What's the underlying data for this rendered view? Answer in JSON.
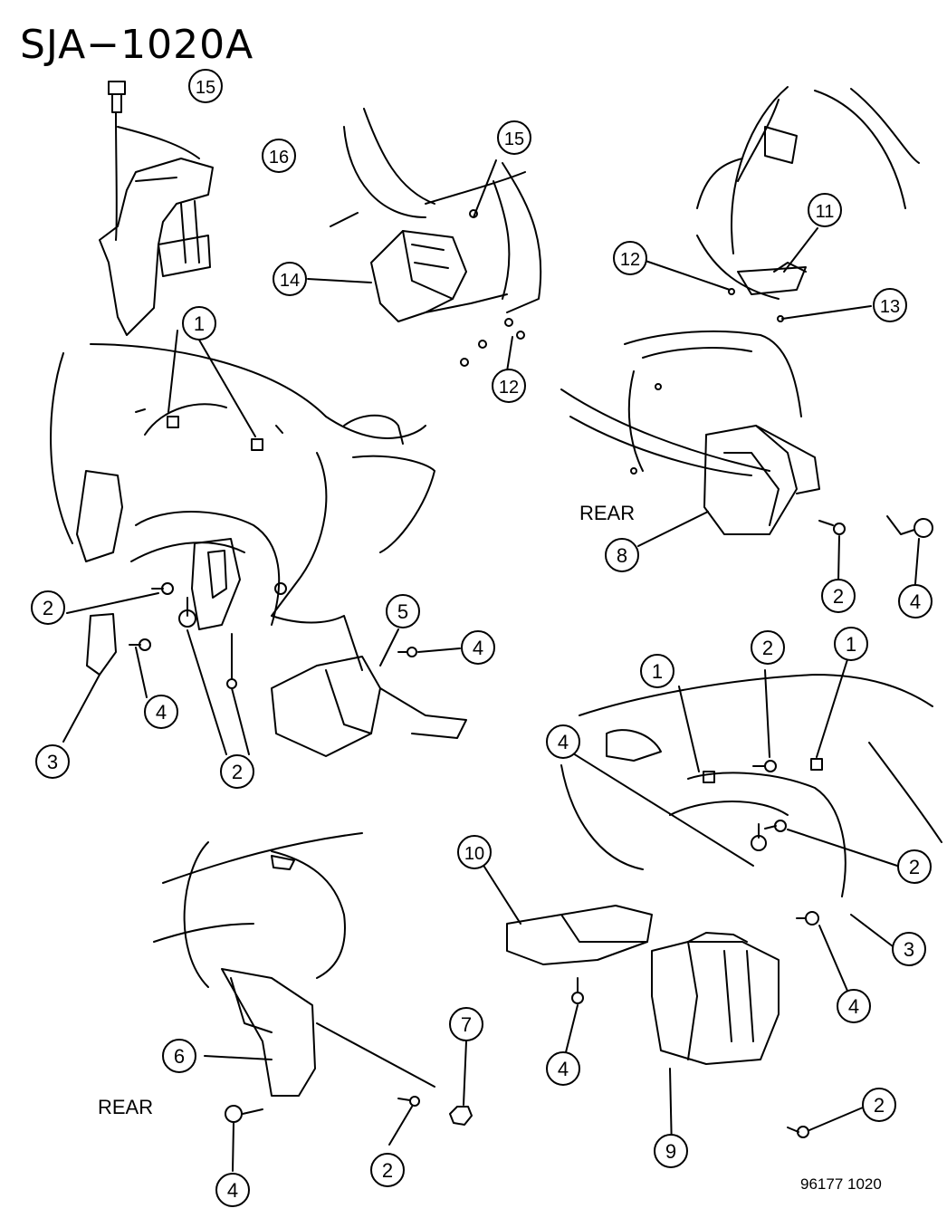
{
  "diagram_code": "SJA−1020A",
  "figure_number": "96177  1020",
  "region_labels": {
    "rear_right": "REAR",
    "rear_left": "REAR"
  },
  "callouts": [
    {
      "id": "c15a",
      "label": "15"
    },
    {
      "id": "c16",
      "label": "16"
    },
    {
      "id": "c15b",
      "label": "15"
    },
    {
      "id": "c14",
      "label": "14"
    },
    {
      "id": "c12a",
      "label": "12"
    },
    {
      "id": "c11",
      "label": "11"
    },
    {
      "id": "c12b",
      "label": "12"
    },
    {
      "id": "c13",
      "label": "13"
    },
    {
      "id": "c1a",
      "label": "1"
    },
    {
      "id": "c2a",
      "label": "2"
    },
    {
      "id": "c4a",
      "label": "4"
    },
    {
      "id": "c3a",
      "label": "3"
    },
    {
      "id": "c2b",
      "label": "2"
    },
    {
      "id": "c5",
      "label": "5"
    },
    {
      "id": "c4b",
      "label": "4"
    },
    {
      "id": "c8",
      "label": "8"
    },
    {
      "id": "c2c",
      "label": "2"
    },
    {
      "id": "c4c",
      "label": "4"
    },
    {
      "id": "c1b",
      "label": "1"
    },
    {
      "id": "c2d",
      "label": "2"
    },
    {
      "id": "c1c",
      "label": "1"
    },
    {
      "id": "c4d",
      "label": "4"
    },
    {
      "id": "c10",
      "label": "10"
    },
    {
      "id": "c2e",
      "label": "2"
    },
    {
      "id": "c3b",
      "label": "3"
    },
    {
      "id": "c4e",
      "label": "4"
    },
    {
      "id": "c4f",
      "label": "4"
    },
    {
      "id": "c9",
      "label": "9"
    },
    {
      "id": "c2f",
      "label": "2"
    },
    {
      "id": "c6",
      "label": "6"
    },
    {
      "id": "c7",
      "label": "7"
    },
    {
      "id": "c2g",
      "label": "2"
    },
    {
      "id": "c4g",
      "label": "4"
    }
  ]
}
